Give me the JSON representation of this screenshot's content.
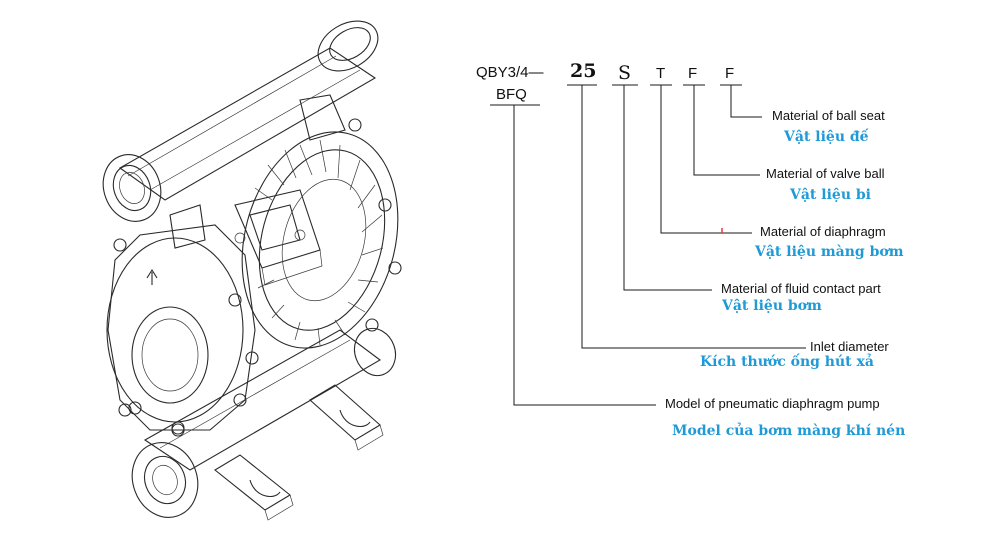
{
  "code": {
    "prefix_line1": "QBY3/4—",
    "prefix_line2": "BFQ",
    "size": "25",
    "material_s": "S",
    "material_t": "T",
    "material_f1": "F",
    "material_f2": "F"
  },
  "labels": [
    {
      "en": "Material of ball seat",
      "vi": "Vật liệu đế"
    },
    {
      "en": "Material of valve ball",
      "vi": "Vật liệu bi"
    },
    {
      "en": "Material of diaphragm",
      "vi": "Vật liệu màng bơm"
    },
    {
      "en": "Material of fluid contact part",
      "vi": "Vật liệu bơm"
    },
    {
      "en": "Inlet diameter",
      "vi": "Kích thước ống hút xả"
    },
    {
      "en": "Model of pneumatic diaphragm pump",
      "vi": "Model của bơm màng khí nén"
    }
  ],
  "colors": {
    "line": "#1a1a1a",
    "text": "#111111",
    "vi_text": "#1f9ad6",
    "marker": "#e53935"
  },
  "icons": {
    "illustration": "diaphragm-pump-drawing"
  }
}
